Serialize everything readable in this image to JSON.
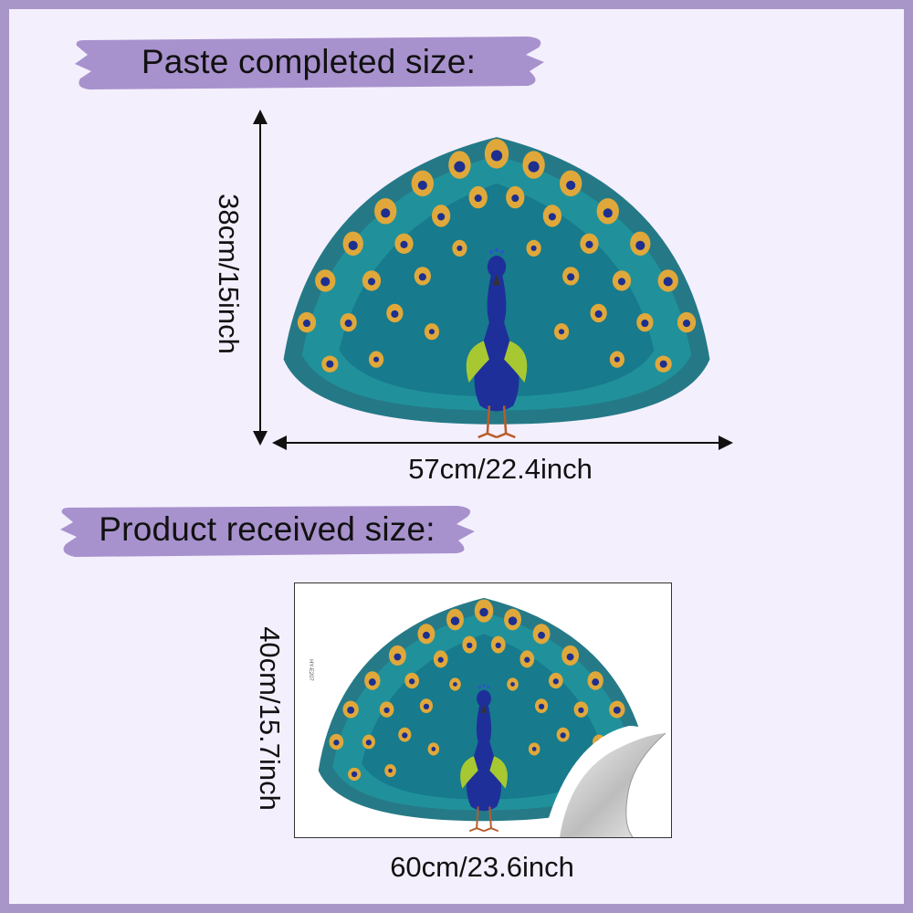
{
  "sections": {
    "pasted": {
      "title": "Paste completed size:",
      "height_label": "38cm/15inch",
      "width_label": "57cm/22.4inch"
    },
    "received": {
      "title": "Product received size:",
      "height_label": "40cm/15.7inch",
      "width_label": "60cm/23.6inch",
      "sheet_code": "HY-E207"
    }
  },
  "colors": {
    "frame_border": "#a996c8",
    "background": "#f4effd",
    "banner": "#a892cd",
    "feather_dark": "#0e5c6e",
    "feather_teal": "#1e9aa0",
    "eye_gold": "#e0a83a",
    "eye_blue": "#1d2f8f",
    "body_blue": "#1f2f9a",
    "wing_green": "#a8c832"
  },
  "icons": [
    "peacock-illustration",
    "dimension-arrow",
    "peeling-corner-icon"
  ]
}
